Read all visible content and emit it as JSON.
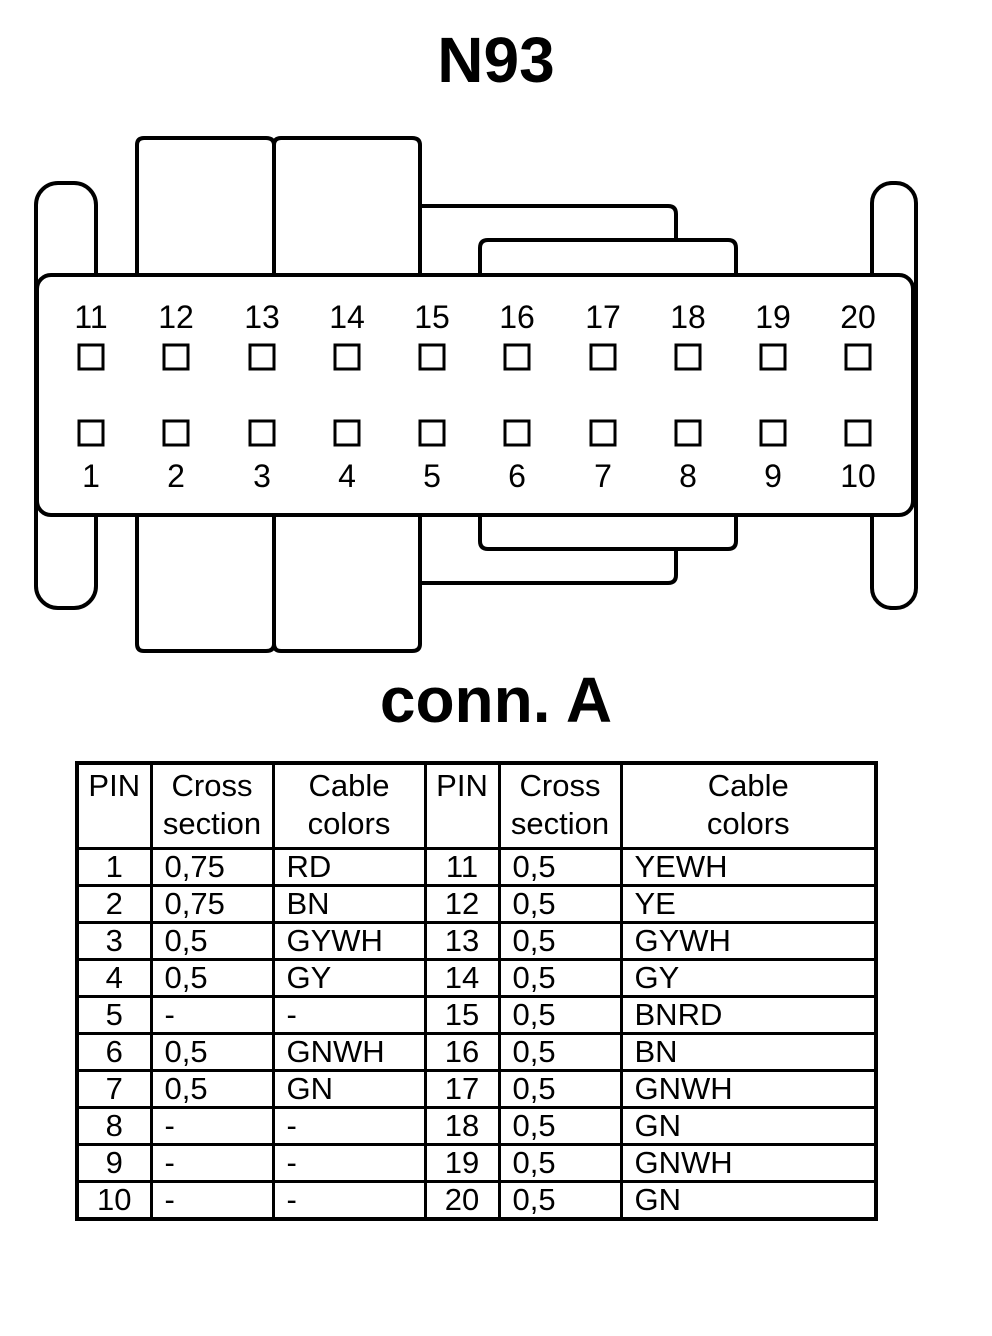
{
  "title": "N93",
  "connector_label": "conn. A",
  "connector": {
    "top_row_pins": [
      "11",
      "12",
      "13",
      "14",
      "15",
      "16",
      "17",
      "18",
      "19",
      "20"
    ],
    "bottom_row_pins": [
      "1",
      "2",
      "3",
      "4",
      "5",
      "6",
      "7",
      "8",
      "9",
      "10"
    ]
  },
  "table": {
    "headers": {
      "pin": "PIN",
      "cross_section_1": "Cross",
      "cross_section_2": "section",
      "cable_colors_1": "Cable",
      "cable_colors_2": "colors"
    },
    "rows": [
      {
        "pin_a": "1",
        "cs_a": "0,75",
        "color_a": "RD",
        "pin_b": "11",
        "cs_b": "0,5",
        "color_b": "YEWH"
      },
      {
        "pin_a": "2",
        "cs_a": "0,75",
        "color_a": "BN",
        "pin_b": "12",
        "cs_b": "0,5",
        "color_b": "YE"
      },
      {
        "pin_a": "3",
        "cs_a": "0,5",
        "color_a": "GYWH",
        "pin_b": "13",
        "cs_b": "0,5",
        "color_b": "GYWH"
      },
      {
        "pin_a": "4",
        "cs_a": "0,5",
        "color_a": "GY",
        "pin_b": "14",
        "cs_b": "0,5",
        "color_b": "GY"
      },
      {
        "pin_a": "5",
        "cs_a": "-",
        "color_a": "-",
        "pin_b": "15",
        "cs_b": "0,5",
        "color_b": "BNRD"
      },
      {
        "pin_a": "6",
        "cs_a": "0,5",
        "color_a": "GNWH",
        "pin_b": "16",
        "cs_b": "0,5",
        "color_b": "BN"
      },
      {
        "pin_a": "7",
        "cs_a": "0,5",
        "color_a": "GN",
        "pin_b": "17",
        "cs_b": "0,5",
        "color_b": "GNWH"
      },
      {
        "pin_a": "8",
        "cs_a": "-",
        "color_a": "-",
        "pin_b": "18",
        "cs_b": "0,5",
        "color_b": "GN"
      },
      {
        "pin_a": "9",
        "cs_a": "-",
        "color_a": "-",
        "pin_b": "19",
        "cs_b": "0,5",
        "color_b": "GNWH"
      },
      {
        "pin_a": "10",
        "cs_a": "-",
        "color_a": "-",
        "pin_b": "20",
        "cs_b": "0,5",
        "color_b": "GN"
      }
    ]
  }
}
